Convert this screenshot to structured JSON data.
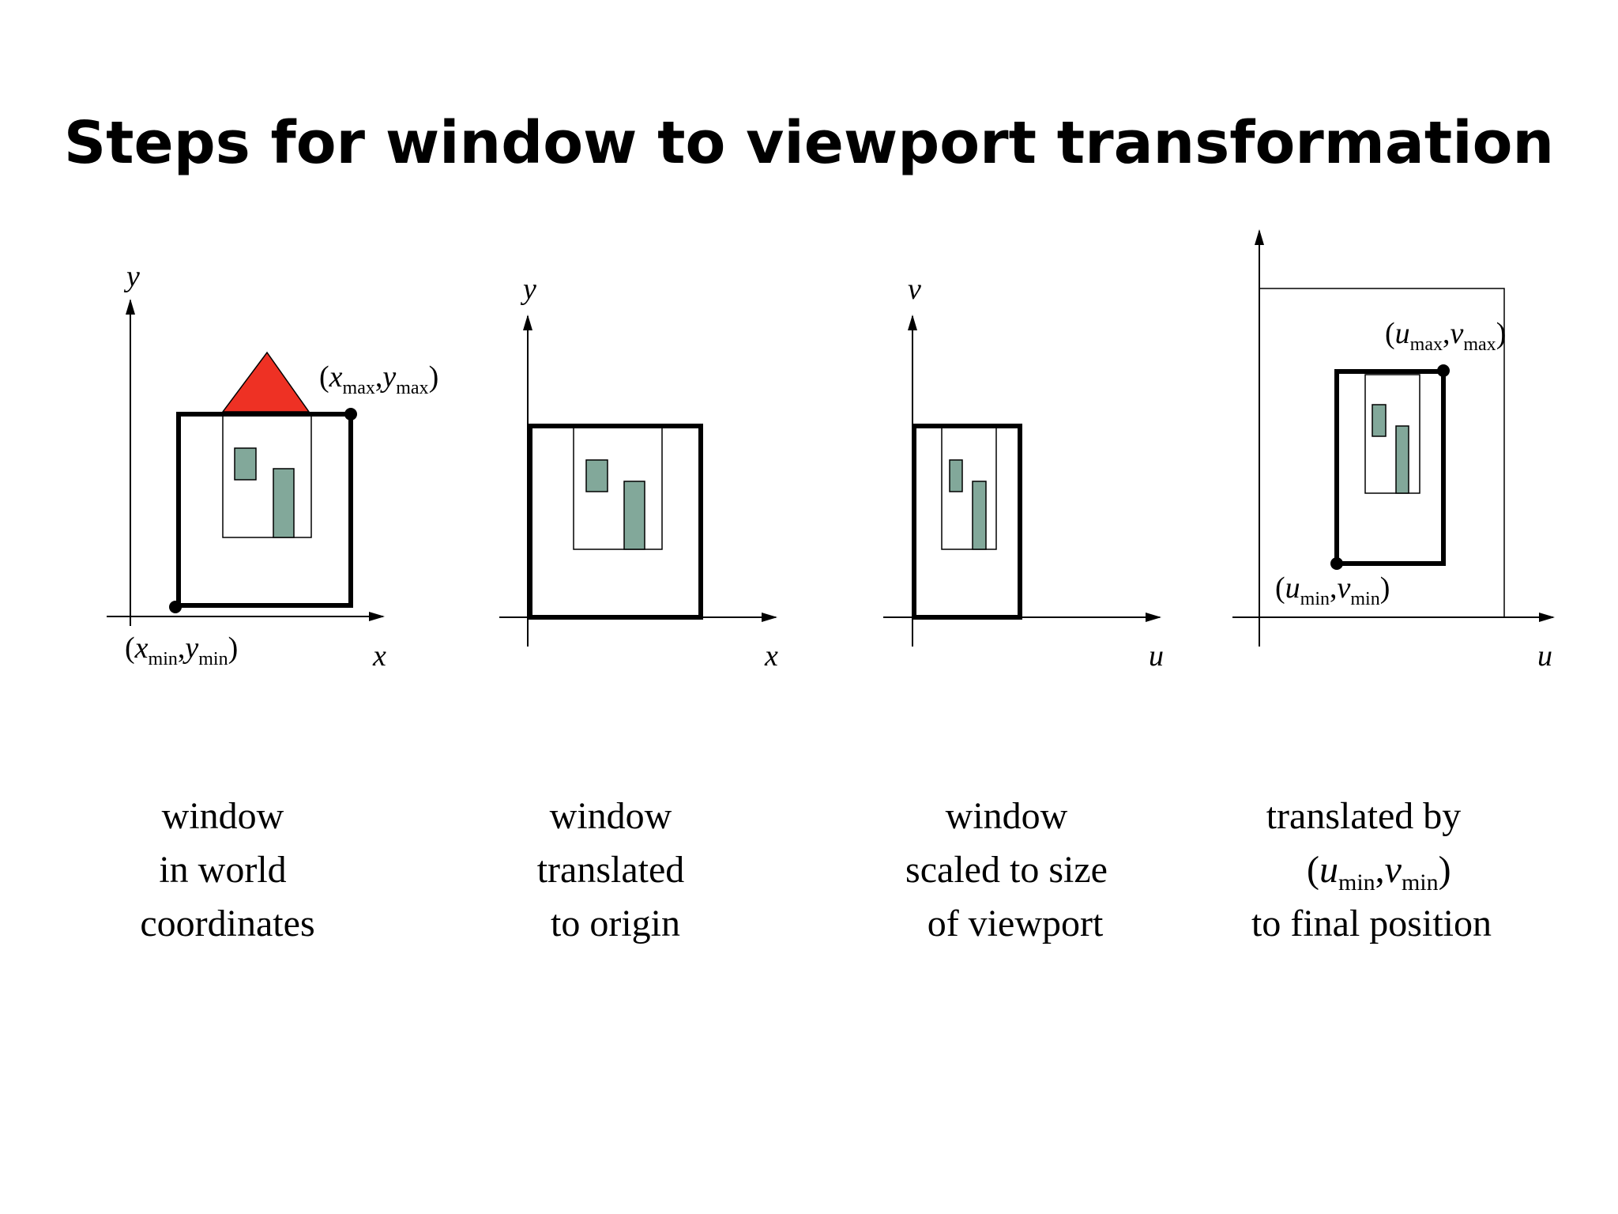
{
  "title": "Steps for window to viewport transformation",
  "panels": [
    {
      "axis_x": "x",
      "axis_y": "y",
      "corner_max": {
        "var1": "x",
        "var2": "y",
        "sub": "max"
      },
      "corner_min": {
        "var1": "x",
        "var2": "y",
        "sub": "min"
      },
      "caption": [
        "window",
        "in world",
        "coordinates"
      ]
    },
    {
      "axis_x": "x",
      "axis_y": "y",
      "caption": [
        "window",
        "translated",
        "to origin"
      ]
    },
    {
      "axis_x": "u",
      "axis_y": "v",
      "caption": [
        "window",
        "scaled to size",
        "of viewport"
      ]
    },
    {
      "axis_x": "u",
      "corner_max": {
        "var1": "u",
        "var2": "v",
        "sub": "max"
      },
      "corner_min": {
        "var1": "u",
        "var2": "v",
        "sub": "min"
      },
      "caption": [
        "translated by",
        "(u_min, v_min)",
        "to final position"
      ]
    }
  ],
  "colors": {
    "roof": "#ee3124",
    "building": "#82a89a",
    "stroke": "#000000"
  }
}
